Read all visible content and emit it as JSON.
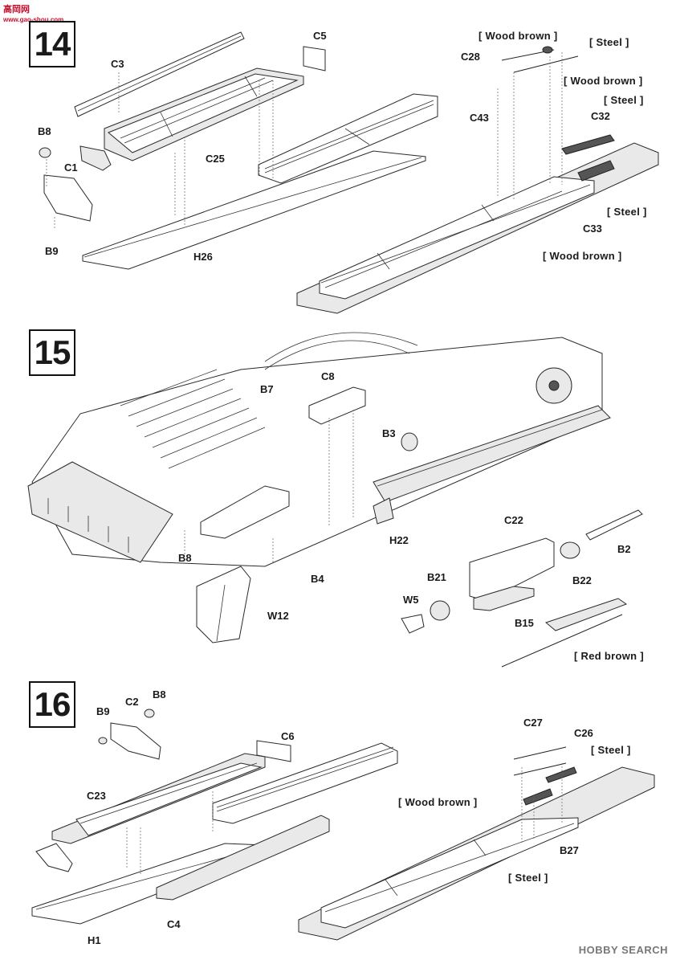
{
  "watermark": {
    "logo_text": "高岡网",
    "domain": "www.gao-shou.com"
  },
  "footer": {
    "logo_text": "HOBBY SEARCH"
  },
  "steps": [
    {
      "number": "14",
      "parts": [
        "C5",
        "C3",
        "B8",
        "C25",
        "C1",
        "B9",
        "H26",
        "C28",
        "C43",
        "C32",
        "C33"
      ],
      "paints": [
        "[ Wood brown ]",
        "[ Steel ]",
        "[ Wood brown ]",
        "[ Steel ]",
        "[ Steel ]",
        "[ Wood brown ]"
      ]
    },
    {
      "number": "15",
      "parts": [
        "C8",
        "B7",
        "B3",
        "H22",
        "B8",
        "B4",
        "W12",
        "C22",
        "B2",
        "B22",
        "B21",
        "W5",
        "B15"
      ],
      "paints": [
        "[ Red brown ]"
      ]
    },
    {
      "number": "16",
      "parts": [
        "B8",
        "B9",
        "C2",
        "C6",
        "C23",
        "H1",
        "C4",
        "C27",
        "C26",
        "B27"
      ],
      "paints": [
        "[ Steel ]",
        "[ Wood brown ]",
        "[ Steel ]"
      ]
    }
  ]
}
